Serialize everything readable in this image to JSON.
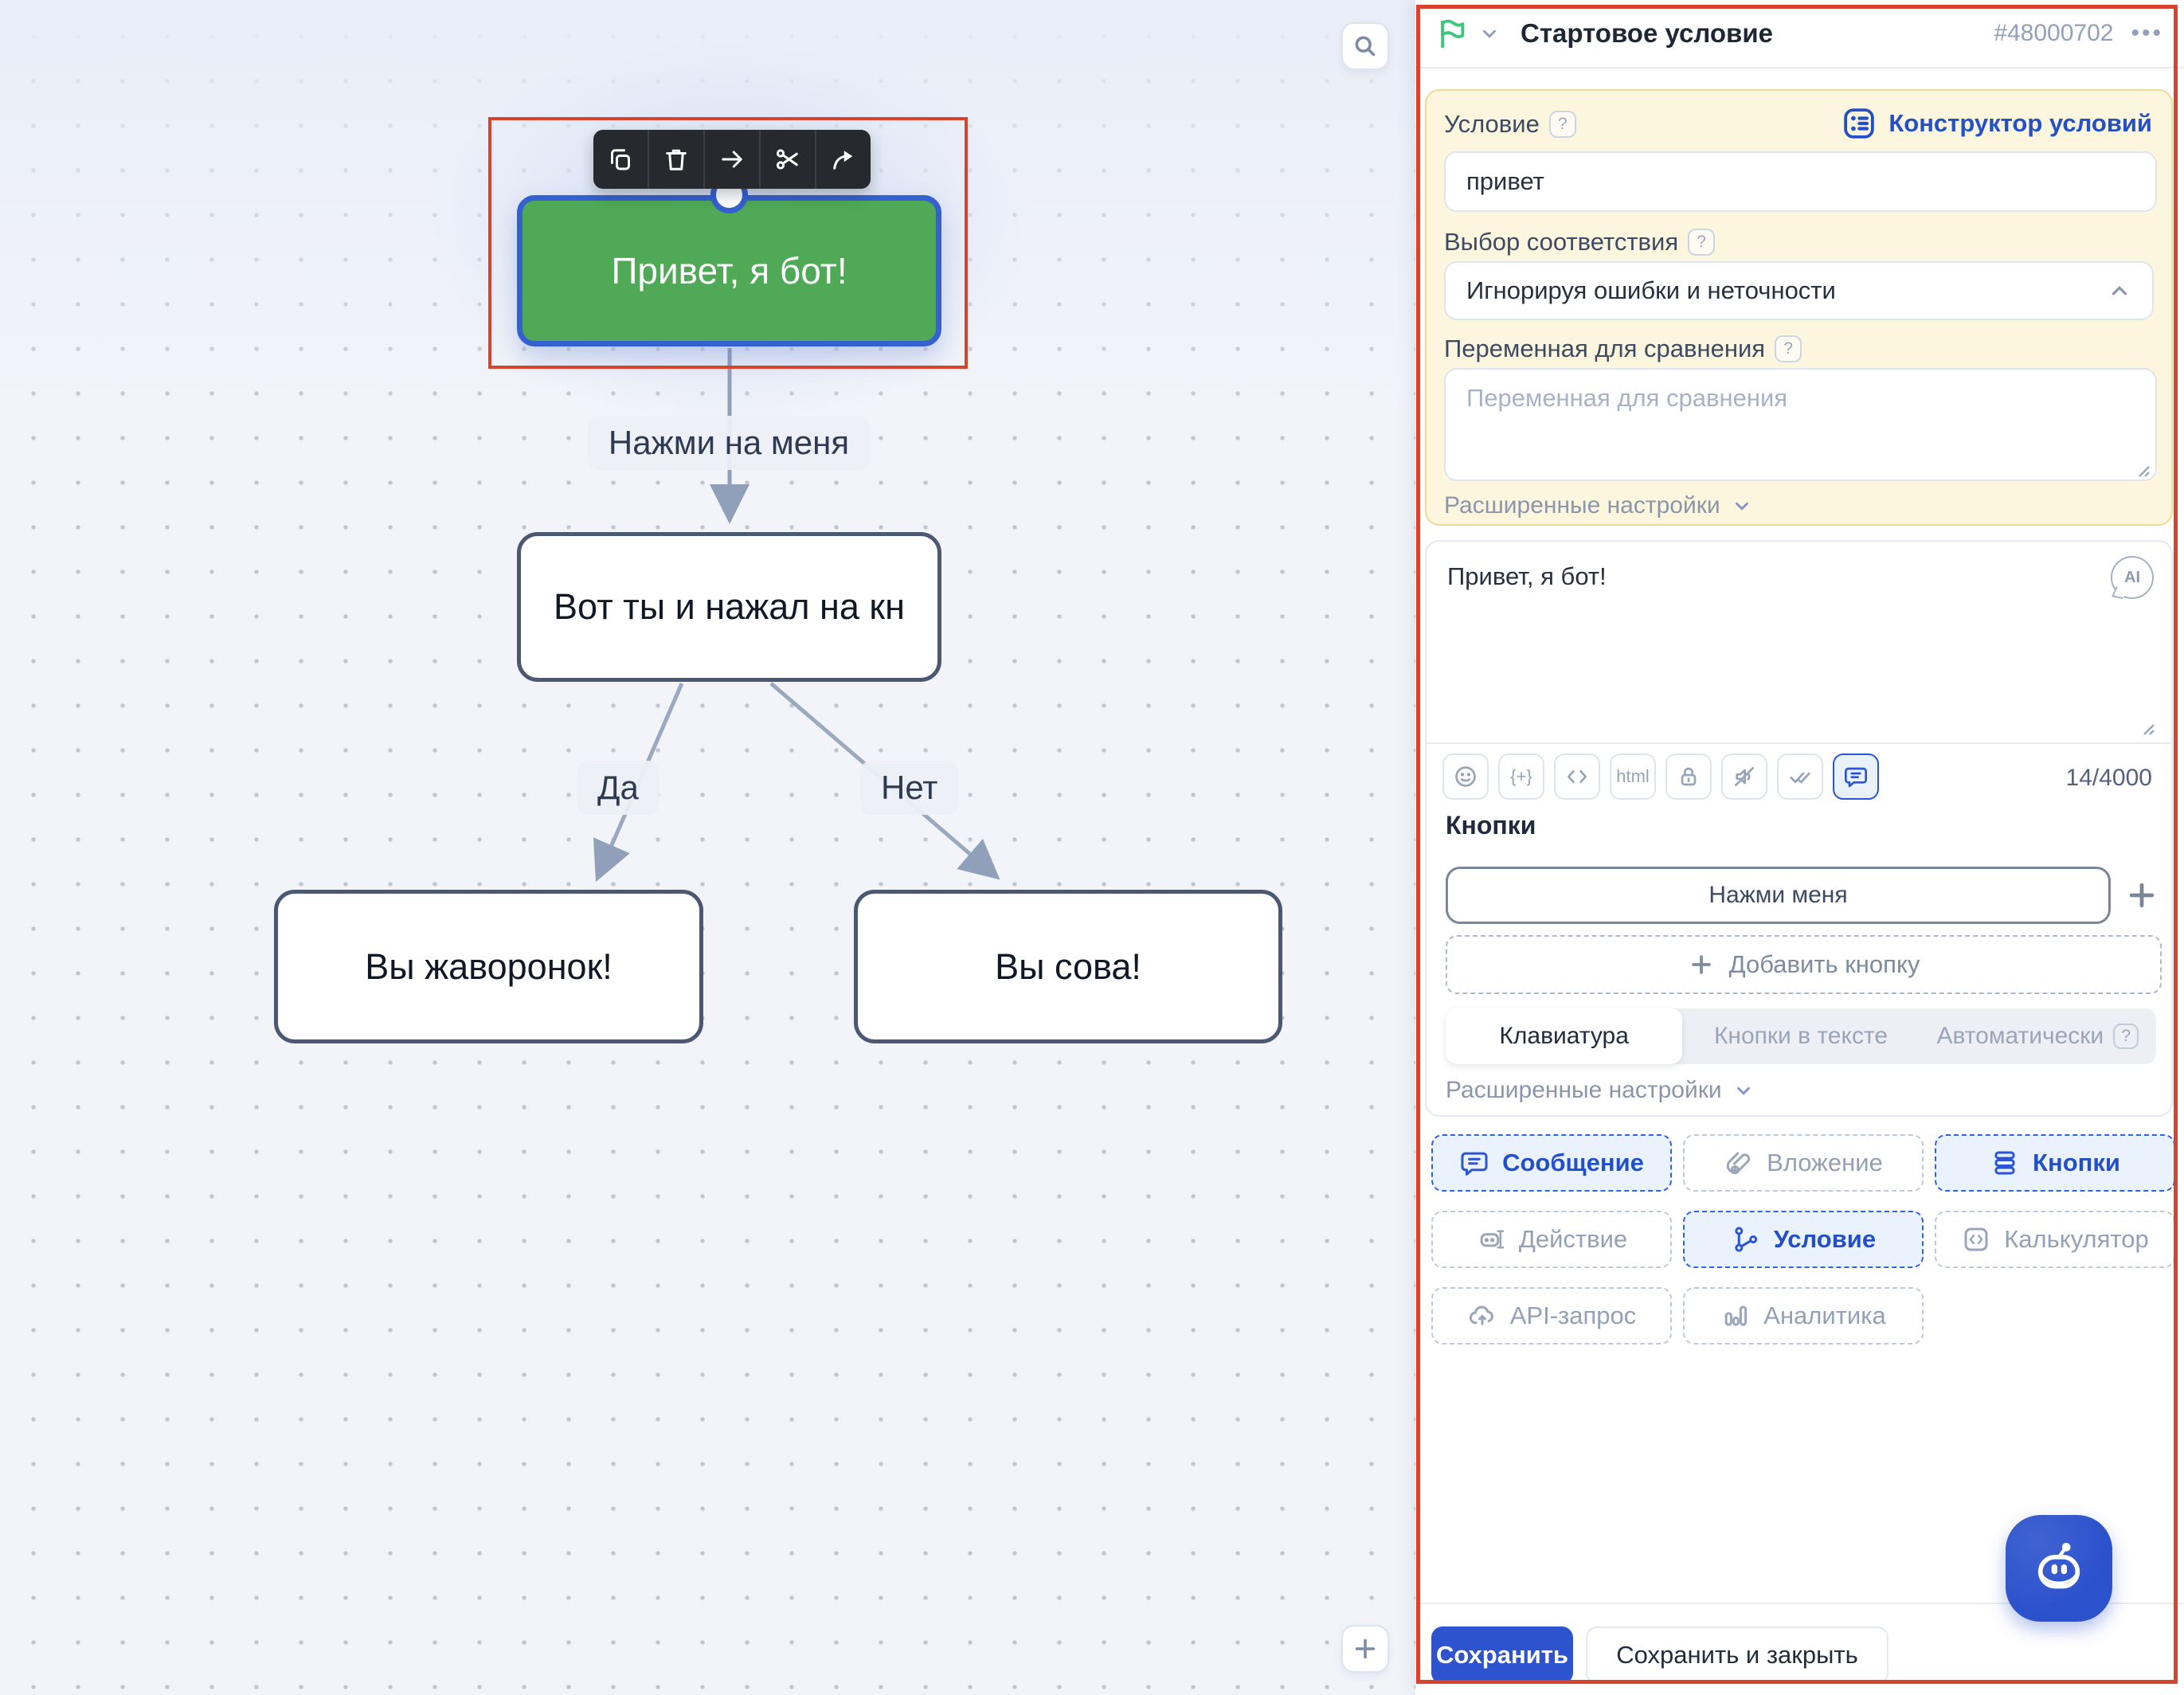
{
  "canvas": {
    "node_toolbar_icons": [
      "copy",
      "delete",
      "arrow-right",
      "cut",
      "share"
    ],
    "nodes": {
      "start": {
        "text": "Привет, я бот!"
      },
      "pressed": {
        "text": "Вот ты и нажал на кн"
      },
      "lark": {
        "text": "Вы жаворонок!"
      },
      "owl": {
        "text": "Вы сова!"
      }
    },
    "edge_labels": {
      "press_me": "Нажми на меня",
      "yes": "Да",
      "no": "Нет"
    }
  },
  "panel": {
    "header": {
      "title": "Стартовое условие",
      "id": "#48000702",
      "menu": "•••"
    },
    "condition": {
      "label": "Условие",
      "builder_link": "Конструктор условий",
      "value": "привет",
      "match_label": "Выбор соответствия",
      "match_value": "Игнорируя ошибки и неточности",
      "variable_label": "Переменная для сравнения",
      "variable_placeholder": "Переменная для сравнения",
      "advanced_label": "Расширенные настройки"
    },
    "message": {
      "text": "Привет, я бот!",
      "ai_badge": "AI",
      "counter": "14/4000",
      "toolbar_icons": [
        "emoji",
        "variable-insert",
        "code",
        "html",
        "lock",
        "sound-off",
        "double-check",
        "message-bubble"
      ],
      "toolbar_html_label": "html",
      "active_toolbar_icon": "message-bubble"
    },
    "buttons_section": {
      "title": "Кнопки",
      "button_value": "Нажми меня",
      "add_button_label": "Добавить кнопку",
      "tabs": [
        {
          "label": "Клавиатура",
          "active": true
        },
        {
          "label": "Кнопки в тексте",
          "active": false
        },
        {
          "label": "Автоматически",
          "active": false,
          "has_help": true
        }
      ],
      "advanced_label": "Расширенные настройки"
    },
    "blocks": {
      "items": [
        {
          "label": "Сообщение",
          "active": true
        },
        {
          "label": "Вложение",
          "active": false
        },
        {
          "label": "Кнопки",
          "active": true
        },
        {
          "label": "Действие",
          "active": false
        },
        {
          "label": "Условие",
          "active": true
        },
        {
          "label": "Калькулятор",
          "active": false
        },
        {
          "label": "API-запрос",
          "active": false
        },
        {
          "label": "Аналитика",
          "active": false
        }
      ]
    },
    "footer": {
      "save": "Сохранить",
      "save_close": "Сохранить и закрыть"
    }
  },
  "colors": {
    "accent_blue": "#2b51cc",
    "link_blue": "#2350c8",
    "node_green": "#4fa957",
    "node_selected_border": "#3560cf",
    "selection_red": "#d7432c",
    "condition_card_bg": "#fcf6df",
    "flag_green": "#3ec57e",
    "canvas_bg": "#f2f4f9"
  }
}
